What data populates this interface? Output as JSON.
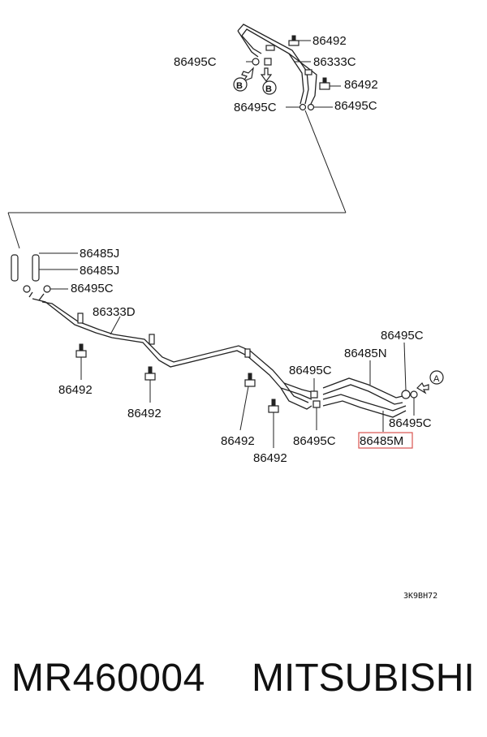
{
  "labels": {
    "top_86492_a": "86492",
    "top_86495c_left": "86495C",
    "top_86333c": "86333C",
    "top_86492_b": "86492",
    "top_86495c_bl": "86495C",
    "top_86495c_br": "86495C",
    "j1": "86485J",
    "j2": "86485J",
    "c_left": "86495C",
    "d": "86333D",
    "bolt1": "86492",
    "bolt2": "86492",
    "bolt3": "86492",
    "bolt4": "86492",
    "c_mid": "86495C",
    "c_mid_low": "86495C",
    "n": "86485N",
    "c_right_top": "86495C",
    "c_right_low": "86495C",
    "m": "86485M"
  },
  "markers": {
    "b1": "B",
    "b2": "B",
    "a": "A"
  },
  "diagram_code": "3K9BH72",
  "footer": {
    "part_number": "MR460004",
    "brand": "MITSUBISHI"
  },
  "colors": {
    "highlight": "#d9534f",
    "line": "#222222"
  }
}
